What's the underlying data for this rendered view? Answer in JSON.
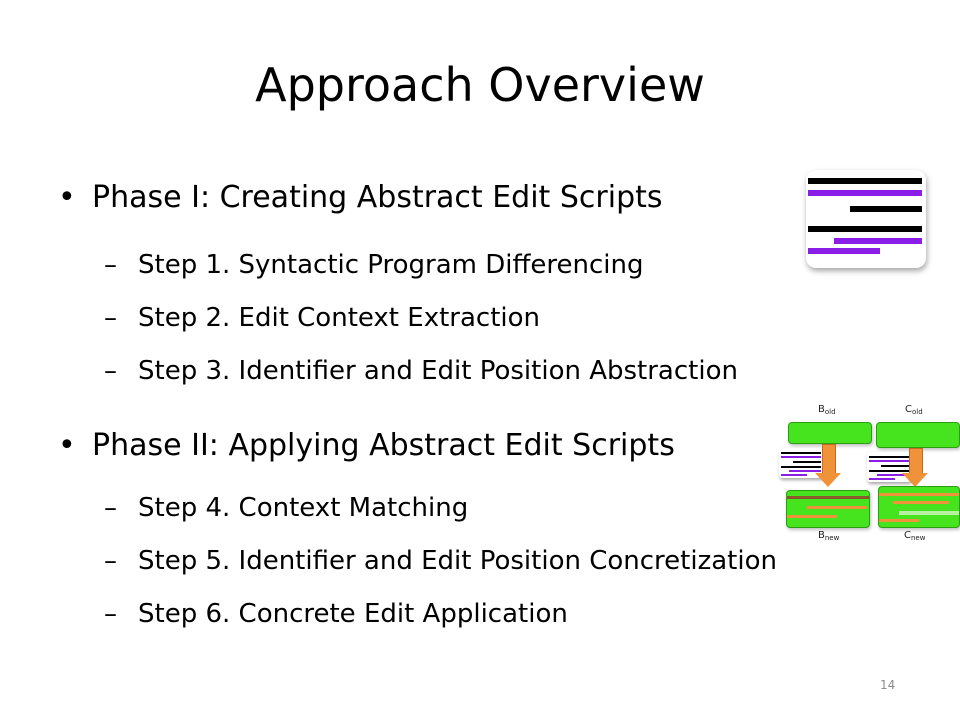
{
  "slide": {
    "title": "Approach Overview",
    "page_number": "14"
  },
  "phase1": {
    "bullet": "•",
    "label": "Phase I: Creating Abstract Edit Scripts",
    "steps": [
      "Step 1. Syntactic Program Differencing",
      "Step 2. Edit Context Extraction",
      "Step 3. Identifier and Edit Position Abstraction"
    ]
  },
  "phase2": {
    "bullet": "•",
    "label": "Phase II: Applying Abstract Edit Scripts",
    "steps": [
      "Step 4. Context Matching",
      "Step 5. Identifier and Edit Position Concretization",
      "Step 6. Concrete Edit Application"
    ]
  },
  "dash": "–",
  "diagram": {
    "b_old": {
      "base": "B",
      "sub": "old"
    },
    "c_old": {
      "base": "C",
      "sub": "old"
    },
    "b_new": {
      "base": "B",
      "sub": "new"
    },
    "c_new": {
      "base": "C",
      "sub": "new"
    }
  },
  "colors": {
    "purple": "#8a1ee6",
    "black": "#000000",
    "green": "#46e31f",
    "orange": "#f0923a"
  }
}
